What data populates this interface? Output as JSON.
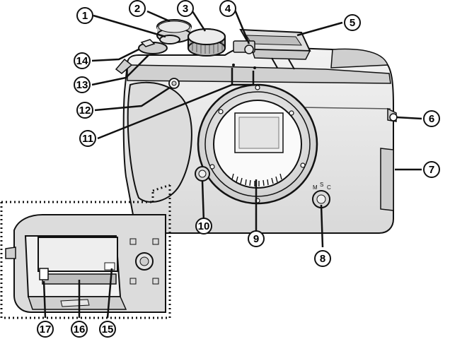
{
  "callouts": [
    {
      "id": "1",
      "label": "1"
    },
    {
      "id": "2",
      "label": "2"
    },
    {
      "id": "3",
      "label": "3"
    },
    {
      "id": "4",
      "label": "4"
    },
    {
      "id": "5",
      "label": "5"
    },
    {
      "id": "6",
      "label": "6"
    },
    {
      "id": "7",
      "label": "7"
    },
    {
      "id": "8",
      "label": "8"
    },
    {
      "id": "9",
      "label": "9"
    },
    {
      "id": "10",
      "label": "10"
    },
    {
      "id": "11",
      "label": "11"
    },
    {
      "id": "12",
      "label": "12"
    },
    {
      "id": "13",
      "label": "13"
    },
    {
      "id": "14",
      "label": "14"
    },
    {
      "id": "15",
      "label": "15"
    },
    {
      "id": "16",
      "label": "16"
    },
    {
      "id": "17",
      "label": "17"
    }
  ],
  "colors": {
    "body": "#e6e6e6",
    "body_dark": "#bdbdbd",
    "line": "#111111",
    "background": "#ffffff"
  }
}
